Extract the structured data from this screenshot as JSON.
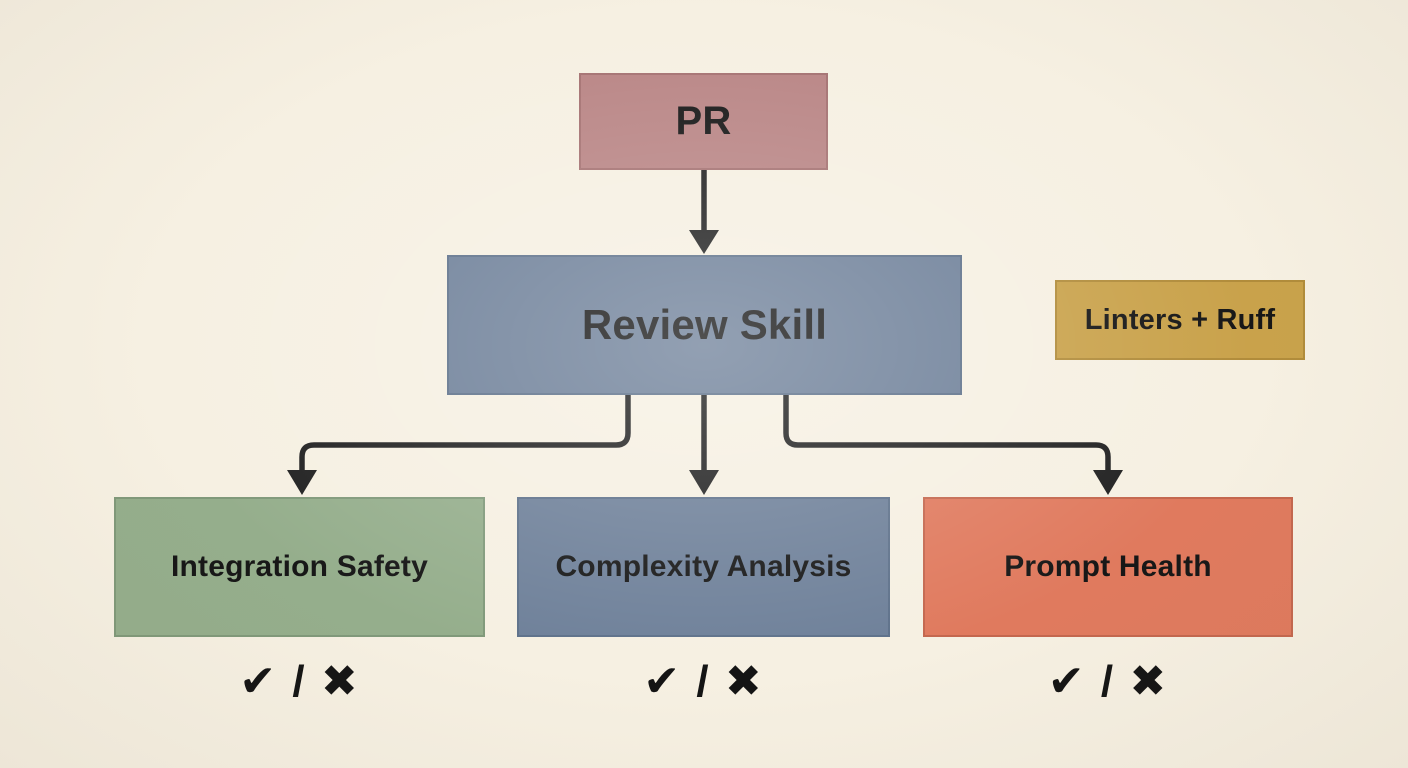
{
  "diagram": {
    "background": "#f6f0e2",
    "line_color": "#212121",
    "text_color": "#171717",
    "nodes": {
      "pr": {
        "label": "PR",
        "fill": "#b98585",
        "border": "#a57272"
      },
      "review_skill": {
        "label": "Review Skill",
        "fill": "#6e8099",
        "border": "#5e718a"
      },
      "linters_ruff": {
        "label": "Linters + Ruff",
        "fill": "#c9a24b",
        "border": "#b18c3b"
      },
      "integration_safety": {
        "label": "Integration Safety",
        "fill": "#95ae8c",
        "border": "#80997a"
      },
      "complexity_analysis": {
        "label": "Complexity Analysis",
        "fill": "#6e8099",
        "border": "#5e718a"
      },
      "prompt_health": {
        "label": "Prompt Health",
        "fill": "#e07a5e",
        "border": "#c4674e"
      }
    },
    "outcomes": [
      {
        "label": "✔ / ✖"
      },
      {
        "label": "✔ / ✖"
      },
      {
        "label": "✔ / ✖"
      }
    ]
  }
}
